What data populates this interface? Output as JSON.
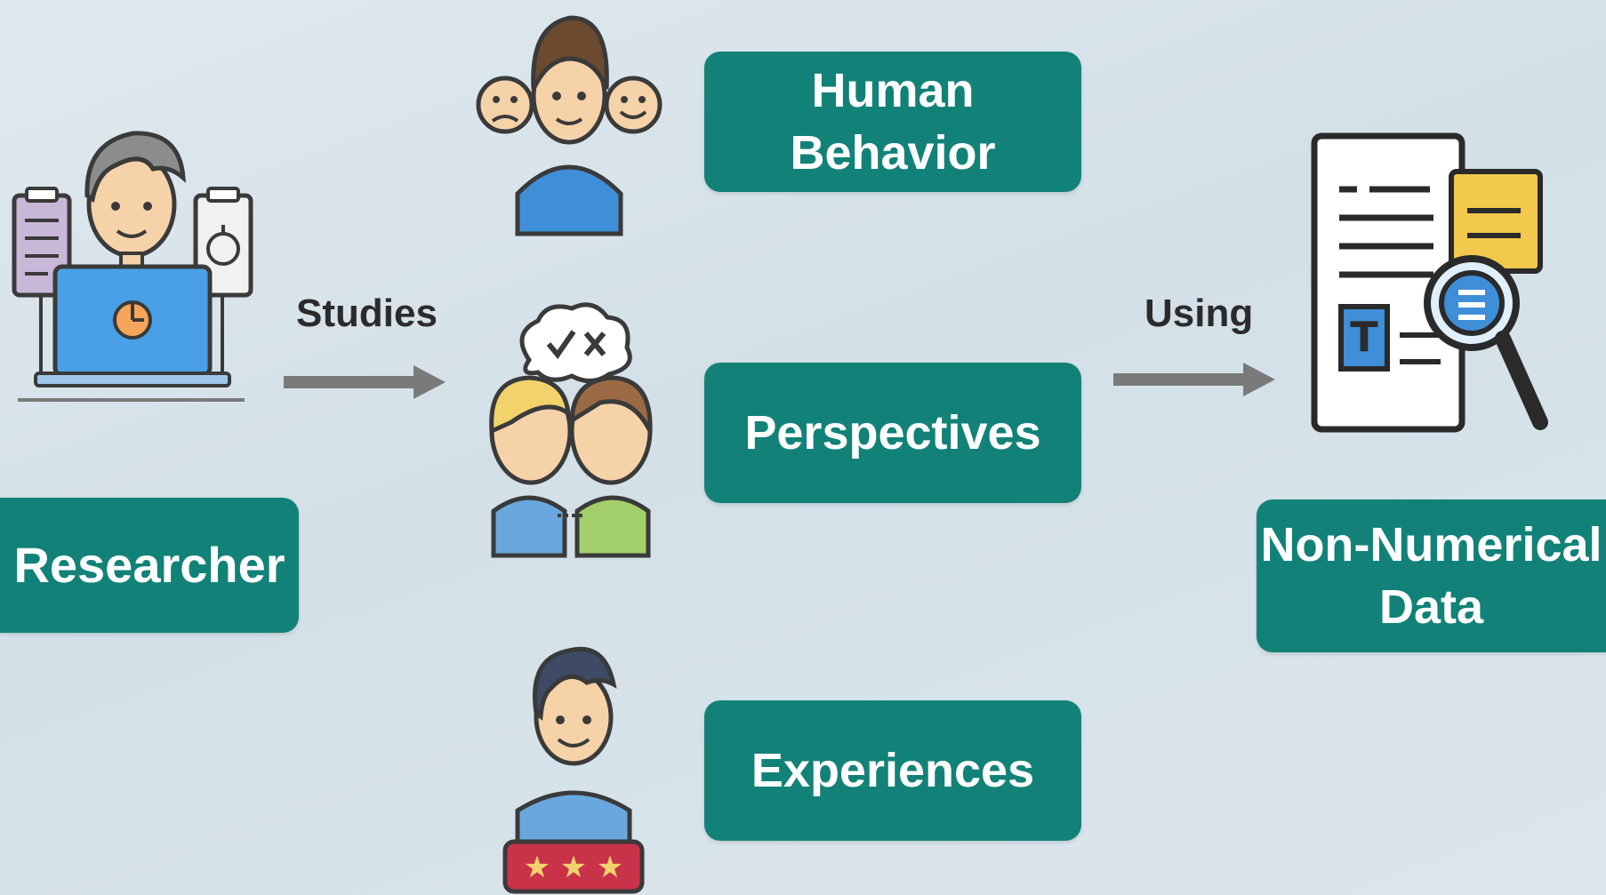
{
  "nodes": {
    "researcher": "Researcher",
    "human_behavior": "Human Behavior",
    "perspectives": "Perspectives",
    "experiences": "Experiences",
    "output_line1": "Non-Numerical",
    "output_line2": "Data"
  },
  "edges": {
    "studies": "Studies",
    "using": "Using"
  },
  "icons": {
    "researcher": "researcher-laptop-icon",
    "human_behavior": "person-emotions-icon",
    "perspectives": "two-people-opinions-icon",
    "experiences": "person-rating-icon",
    "output": "document-magnifier-icon"
  },
  "colors": {
    "box": "#128278",
    "arrow": "#7a7a7a",
    "text_dark": "#2b2b2b"
  }
}
